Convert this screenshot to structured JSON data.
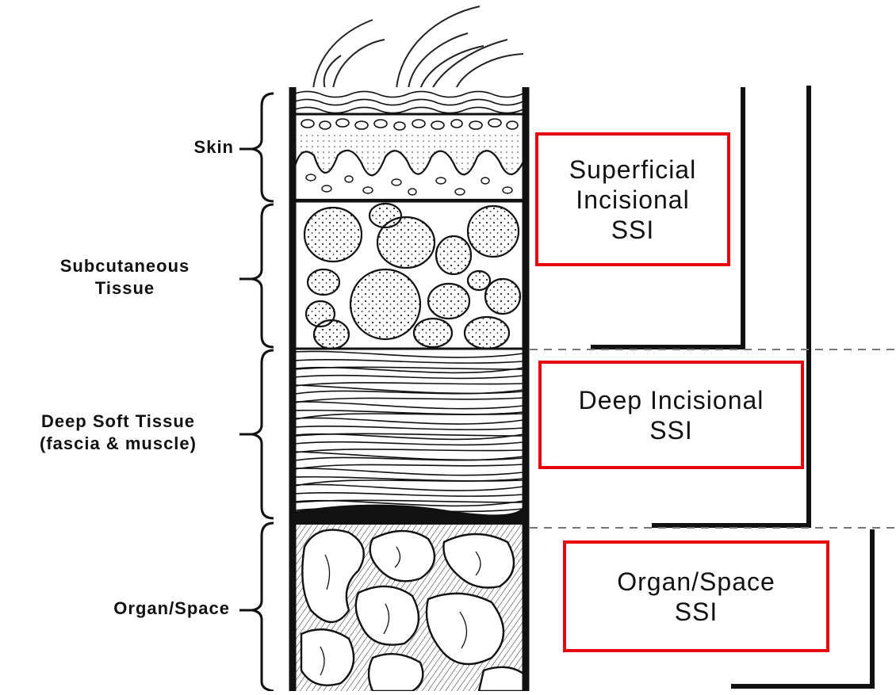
{
  "layers": {
    "skin": "Skin",
    "subcutaneous_line1": "Subcutaneous",
    "subcutaneous_line2": "Tissue",
    "deep_line1": "Deep Soft Tissue",
    "deep_line2": "(fascia & muscle)",
    "organ": "Organ/Space"
  },
  "ssi": {
    "superficial": [
      "Superficial",
      "Incisional",
      "SSI"
    ],
    "deep": [
      "Deep Incisional",
      "SSI"
    ],
    "organ": [
      "Organ/Space",
      "SSI"
    ]
  },
  "colors": {
    "box_border": "#e8060c",
    "ink": "#111111",
    "dashed": "#777777"
  },
  "icons": [
    "hair-strands-icon",
    "skin-epidermis-illustration",
    "fat-globules-illustration",
    "muscle-fibers-illustration",
    "organ-tissue-illustration"
  ]
}
